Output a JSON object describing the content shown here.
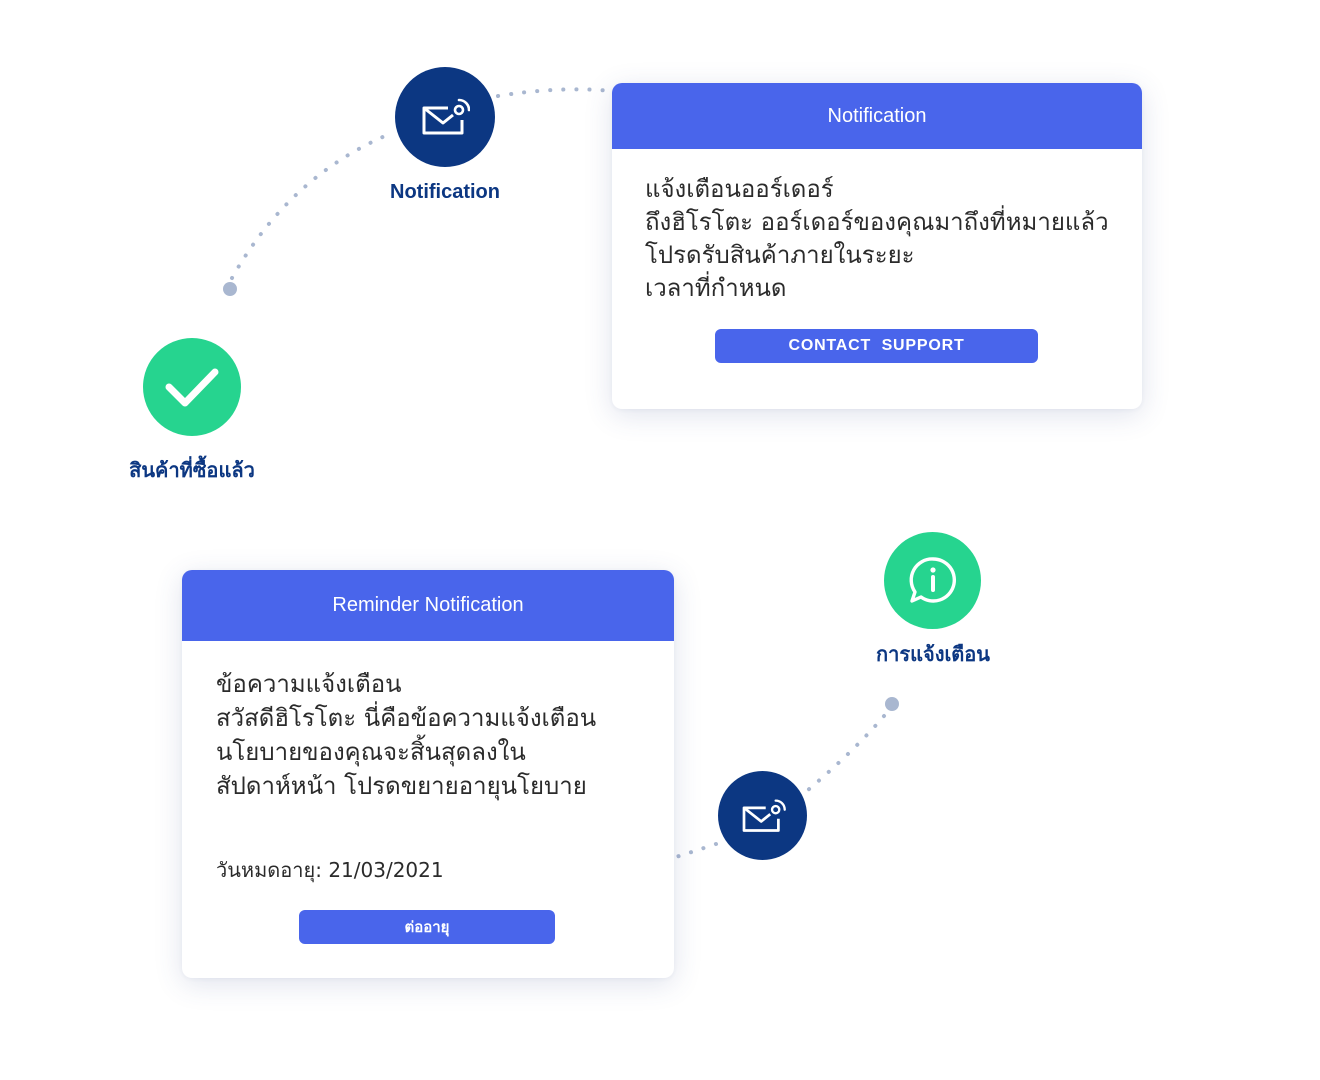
{
  "nodes": {
    "notification": {
      "label": "Notification",
      "icon": "mail-signal-icon"
    },
    "purchased": {
      "label": "สินค้าที่ซื้อแล้ว",
      "icon": "check-icon"
    },
    "alert": {
      "label": "การแจ้งเตือน",
      "icon": "info-chat-icon"
    },
    "reminder": {
      "icon": "mail-signal-icon"
    }
  },
  "notification_card": {
    "header": "Notification",
    "lines": [
      "แจ้งเตือนออร์เดอร์",
      "ถึงฮิโรโตะ ออร์เดอร์ของคุณมาถึงที่หมายแล้ว",
      "โปรดรับสินค้าภายในระยะ",
      "เวลาที่กำหนด"
    ],
    "button_label": "CONTACT  SUPPORT"
  },
  "reminder_card": {
    "header": "Reminder Notification",
    "lines": [
      "ข้อความแจ้งเตือน",
      "สวัสดีฮิโรโตะ นี่คือข้อความแจ้งเตือน",
      "นโยบายของคุณจะสิ้นสุดลงใน",
      "สัปดาห์หน้า โปรดขยายอายุนโยบาย"
    ],
    "expiry": "วันหมดอายุ: 21/03/2021",
    "button_label": "ต่ออายุ"
  },
  "colors": {
    "navy": "#0c3782",
    "green": "#26d48f",
    "accent": "#4965eb",
    "dots": "#a9b7d0"
  }
}
